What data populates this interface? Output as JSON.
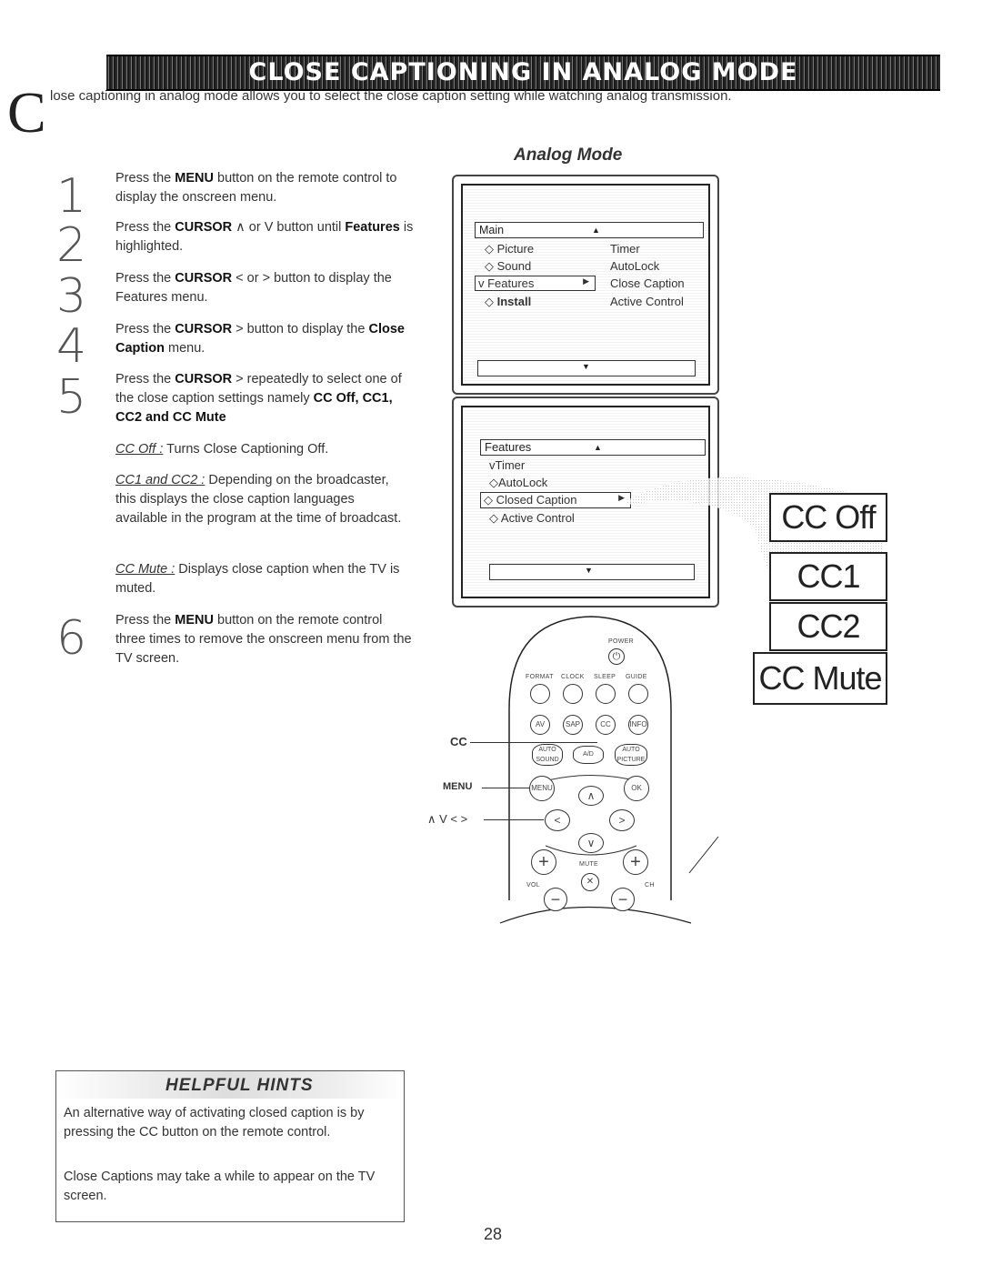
{
  "banner": {
    "title": "CLOSE CAPTIONING IN ANALOG MODE"
  },
  "intro": {
    "dropcap": "C",
    "text": "lose captioning in analog mode allows you to select the close caption setting while watching analog transmission."
  },
  "steps": [
    {
      "num": "1",
      "parts": [
        [
          "Press the ",
          false
        ],
        [
          "MENU",
          true
        ],
        [
          " button on the remote control to display the onscreen menu.",
          false
        ]
      ]
    },
    {
      "num": "2",
      "parts": [
        [
          "Press the ",
          false
        ],
        [
          "CURSOR",
          true
        ],
        [
          " ∧  or V button until ",
          false
        ],
        [
          "Features",
          true
        ],
        [
          " is highlighted.",
          false
        ]
      ]
    },
    {
      "num": "3",
      "parts": [
        [
          "Press the ",
          false
        ],
        [
          "CURSOR",
          true
        ],
        [
          " < or > button to display the Features menu.",
          false
        ]
      ]
    },
    {
      "num": "4",
      "parts": [
        [
          "Press the ",
          false
        ],
        [
          "CURSOR",
          true
        ],
        [
          " > button to display the ",
          false
        ],
        [
          "Close Caption",
          true
        ],
        [
          " menu.",
          false
        ]
      ]
    },
    {
      "num": "5",
      "parts": [
        [
          "Press the ",
          false
        ],
        [
          "CURSOR",
          true
        ],
        [
          " > repeatedly to select one of the close caption settings namely ",
          false
        ],
        [
          "CC Off, CC1, CC2 and CC Mute",
          true
        ]
      ]
    },
    {
      "num": "6",
      "parts": [
        [
          "Press the ",
          false
        ],
        [
          "MENU",
          true
        ],
        [
          " button on the remote control three times to remove the onscreen menu from the TV screen.",
          false
        ]
      ]
    }
  ],
  "defs": [
    {
      "term": "CC Off :",
      "text": " Turns Close Captioning Off."
    },
    {
      "term": "CC1 and CC2 :",
      "text": "  Depending on the broadcaster, this displays the close caption languages available in the program at the time of broadcast."
    },
    {
      "term": "CC Mute :",
      "text": " Displays close caption when the TV is muted."
    }
  ],
  "mode_title": "Analog Mode",
  "screen1": {
    "header": "Main",
    "left": [
      "◇ Picture",
      "◇ Sound",
      "v Features",
      "◇ Install"
    ],
    "right": [
      "Timer",
      "AutoLock",
      "Close Caption",
      "Active Control"
    ]
  },
  "screen2": {
    "header": "Features",
    "items": [
      "vTimer",
      "◇AutoLock",
      "◇ Closed Caption",
      "◇ Active Control"
    ]
  },
  "cc_options": [
    "CC Off",
    "CC1",
    "CC2",
    "CC Mute"
  ],
  "remote": {
    "power": "POWER",
    "row_labels": [
      "FORMAT",
      "CLOCK",
      "SLEEP",
      "GUIDE"
    ],
    "row2": [
      "AV",
      "SAP",
      "CC",
      "INFO"
    ],
    "row3": [
      "AUTO SOUND",
      "A/D",
      "AUTO PICTURE"
    ],
    "menu": "MENU",
    "ok": "OK",
    "mute": "MUTE",
    "vol": "VOL",
    "ch": "CH",
    "callouts": {
      "cc": "CC",
      "menu": "MENU",
      "cursor": "∧  V  <  >"
    }
  },
  "hints": {
    "title": "HELPFUL HINTS",
    "p1": "An alternative way of activating closed caption is by pressing the CC button on the remote control.",
    "p2": "Close Captions may take a while to appear on the TV screen."
  },
  "page_number": "28"
}
